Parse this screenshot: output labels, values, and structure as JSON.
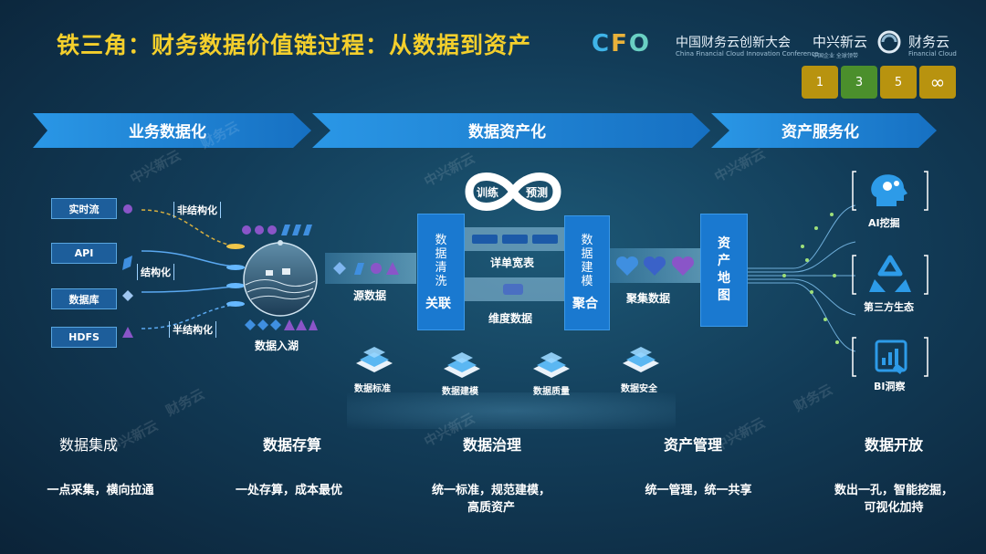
{
  "title": "铁三角：财务数据价值链过程：从数据到资产",
  "logos": {
    "cfo_letters": [
      "C",
      "F",
      "O"
    ],
    "cfo_cn": "中国财务云创新大会",
    "cfo_en": "China Financial Cloud Innovation Conference",
    "zx_cn": "中兴新云",
    "zx_sub": "中国企业 全球领带",
    "cwy_cn": "财务云",
    "cwy_en": "Financial Cloud"
  },
  "nav_buttons": [
    {
      "label": "1",
      "color": "#b8930f"
    },
    {
      "label": "3",
      "color": "#4b8f2c"
    },
    {
      "label": "5",
      "color": "#b8930f"
    },
    {
      "label": "∞",
      "color": "#b8930f"
    }
  ],
  "stages": [
    "业务数据化",
    "数据资产化",
    "资产服务化"
  ],
  "sources": [
    "实时流",
    "API",
    "数据库",
    "HDFS"
  ],
  "data_types": [
    "非结构化",
    "结构化",
    "半结构化"
  ],
  "lake_label": "数据入湖",
  "source_data_label": "源数据",
  "cleaning": {
    "chars": [
      "数",
      "据",
      "清",
      "洗"
    ],
    "strong": "关联"
  },
  "loop": {
    "left": "训练",
    "right": "预测"
  },
  "detail_table": "详单宽表",
  "dimension_data": "维度数据",
  "modeling": {
    "chars": [
      "数",
      "据",
      "建",
      "模"
    ],
    "strong": "聚合"
  },
  "aggregate_data": "聚集数据",
  "asset_map": {
    "chars": [
      "资",
      "产",
      "地",
      "图"
    ]
  },
  "standards": [
    "数据标准",
    "数据建模",
    "数据质量",
    "数据安全"
  ],
  "services": [
    "AI挖掘",
    "第三方生态",
    "BI洞察"
  ],
  "bottom": [
    {
      "title": "数据集成",
      "desc": [
        "一点采集，横向拉通"
      ]
    },
    {
      "title": "数据存算",
      "desc": [
        "一处存算，成本最优"
      ]
    },
    {
      "title": "数据治理",
      "desc": [
        "统一标准，规范建模，",
        "高质资产"
      ]
    },
    {
      "title": "资产管理",
      "desc": [
        "统一管理，统一共享"
      ]
    },
    {
      "title": "数据开放",
      "desc": [
        "数出一孔，智能挖掘，",
        "可视化加持"
      ]
    }
  ],
  "watermark": [
    "中兴新云",
    "财务云"
  ],
  "colors": {
    "title": "#f4cf2c",
    "arrow": "#1f82d6",
    "box": "#1a79d0",
    "purple": "#8a55c8",
    "blue": "#3f8fe0"
  }
}
